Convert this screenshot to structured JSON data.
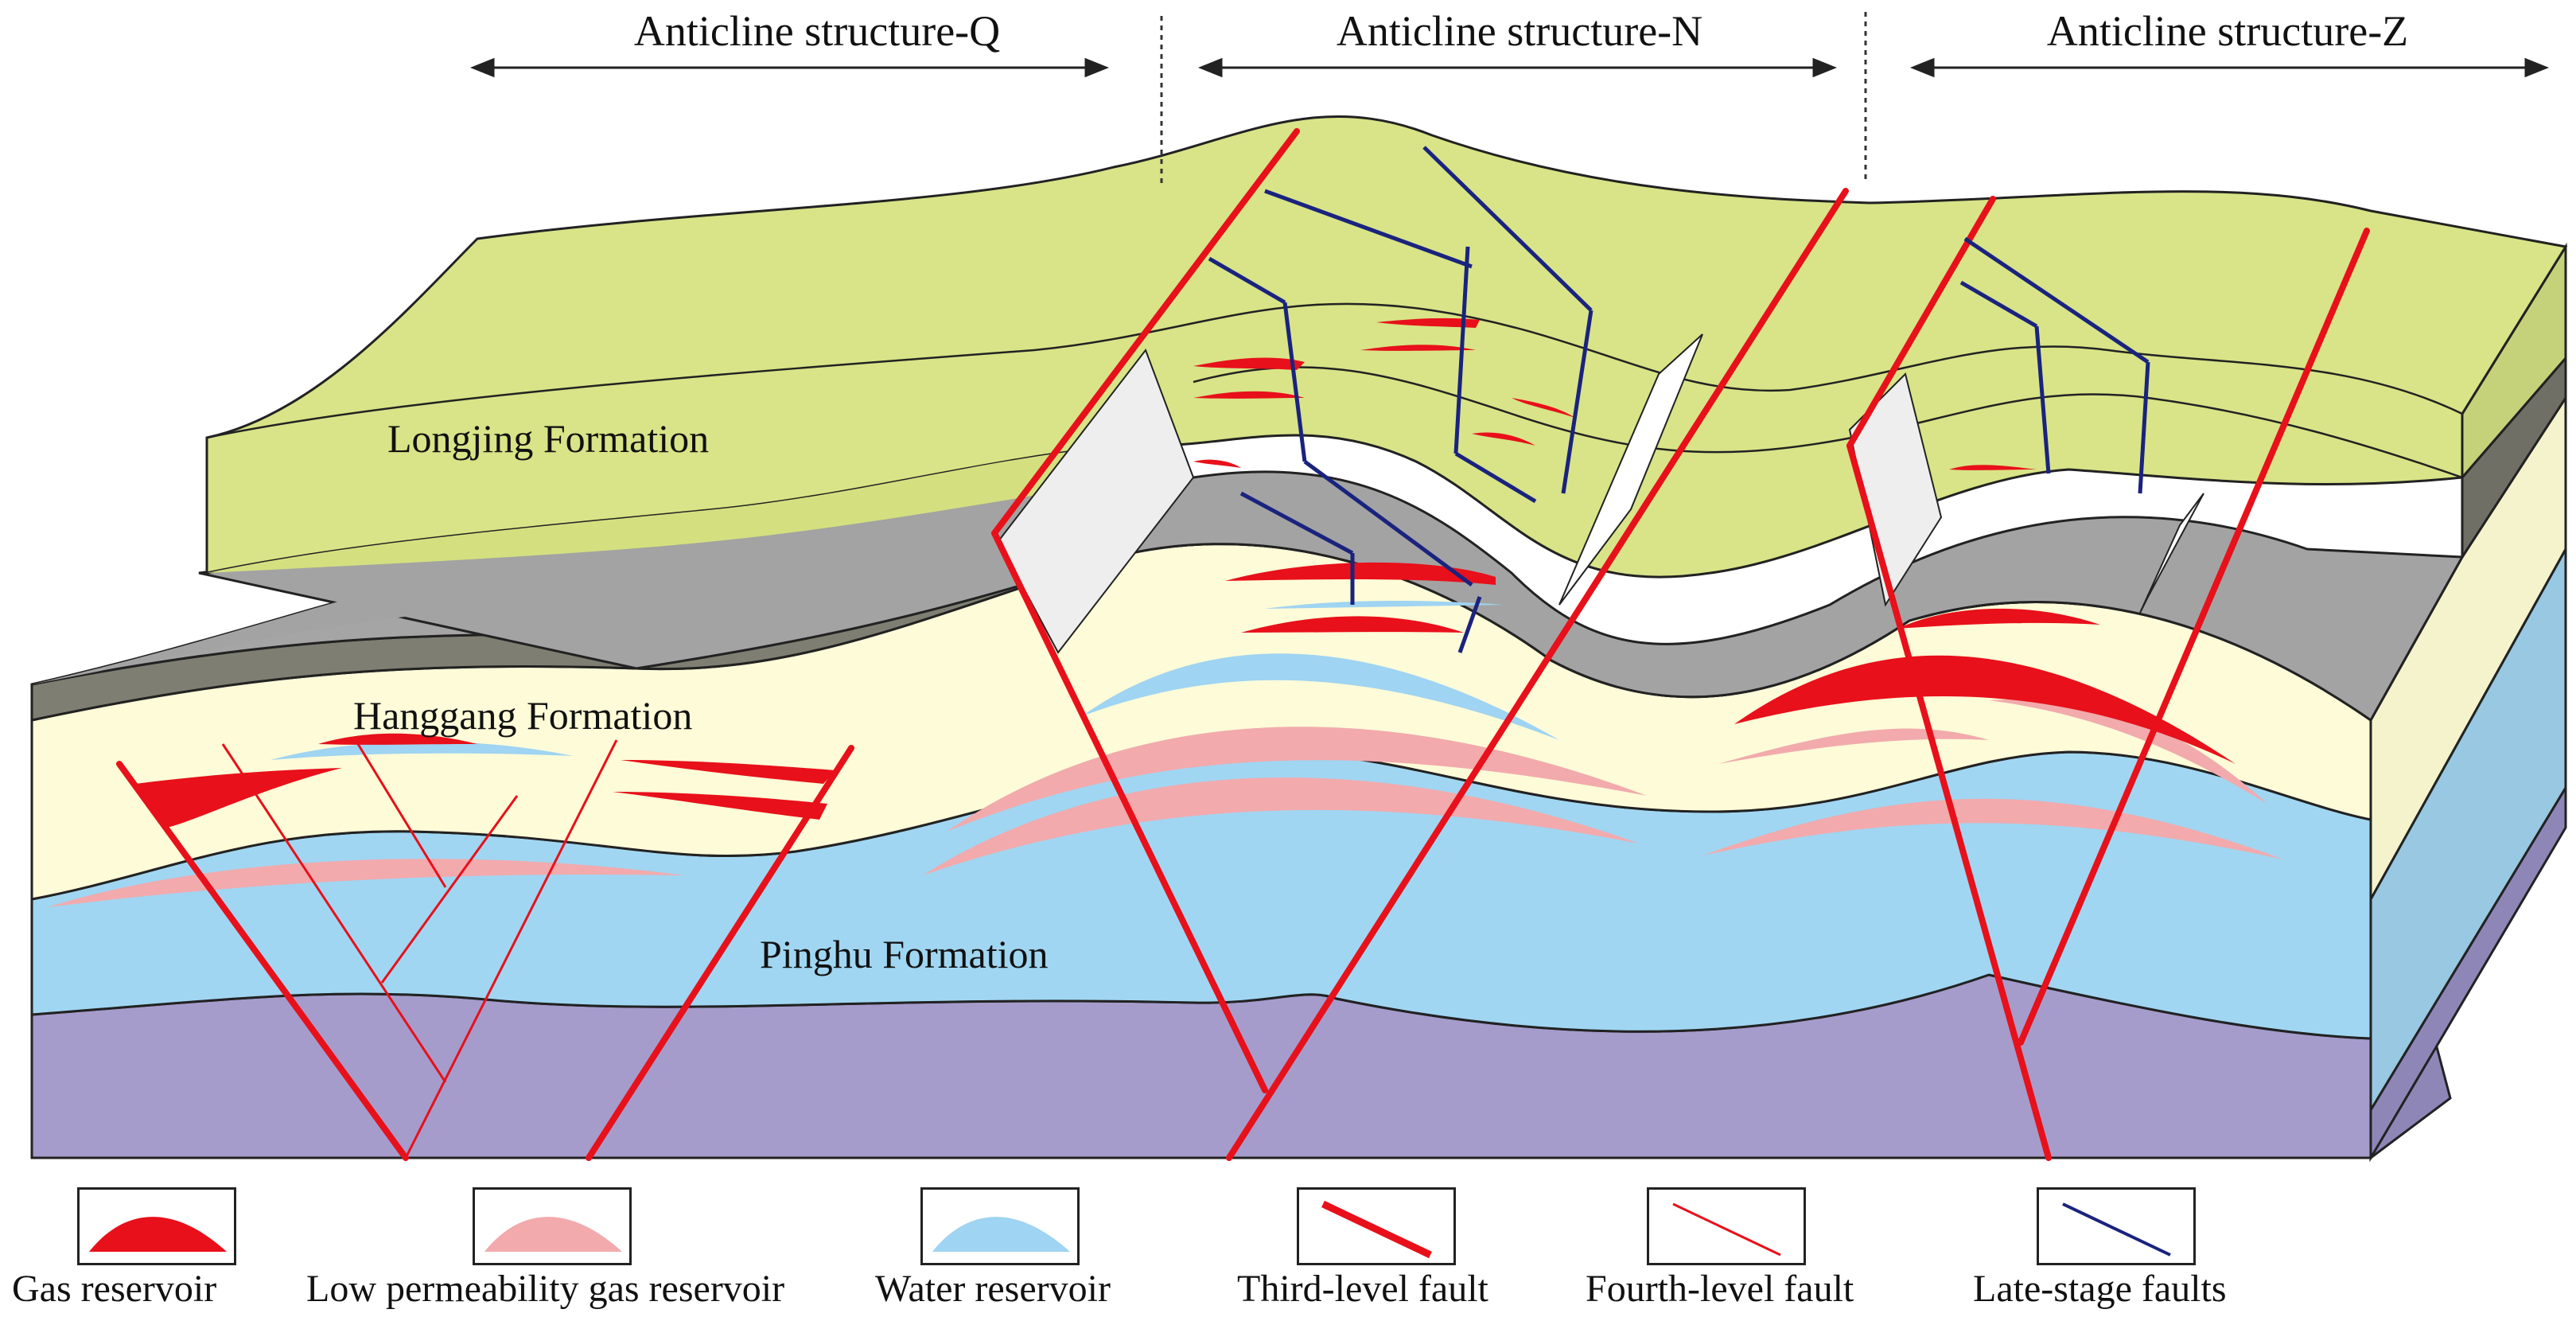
{
  "headers": [
    {
      "label": "Anticline structure-Q"
    },
    {
      "label": "Anticline structure-N"
    },
    {
      "label": "Anticline structure-Z"
    }
  ],
  "formations": {
    "longjing": "Longjing Formation",
    "hanggang": "Hanggang Formation",
    "pinghu": "Pinghu Formation"
  },
  "legend": [
    {
      "label": "Gas reservoir",
      "icon": "gas-reservoir-icon",
      "color": "#e8101a"
    },
    {
      "label": "Low permeability gas reservoir",
      "icon": "low-permeability-gas-reservoir-icon",
      "color": "#f2aaad"
    },
    {
      "label": "Water reservoir",
      "icon": "water-reservoir-icon",
      "color": "#9fd4f2"
    },
    {
      "label": "Third-level fault",
      "icon": "third-level-fault-icon",
      "color": "#e8101a"
    },
    {
      "label": "Fourth-level fault",
      "icon": "fourth-level-fault-icon",
      "color": "#e8101a"
    },
    {
      "label": "Late-stage faults",
      "icon": "late-stage-fault-icon",
      "color": "#1a237e"
    }
  ],
  "colors": {
    "longjing": "#d8e487",
    "dark_gray_band": "#7a7a70",
    "gray_layer": "#a0a0a0",
    "hanggang": "#fdfbd8",
    "pinghu": "#a0d6f2",
    "basement": "#a59ccc",
    "gas": "#e8101a",
    "low_perm_gas": "#f2aaad",
    "water": "#9fd4f2",
    "late_fault": "#1a237e"
  }
}
